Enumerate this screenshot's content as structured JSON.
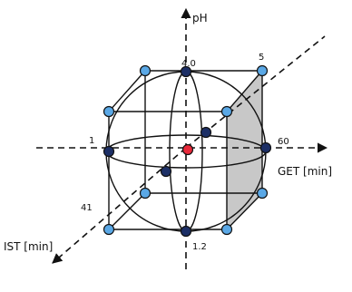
{
  "axes": {
    "y_label": "pH",
    "x_label": "GET [min]",
    "z_label": "IST [min]"
  },
  "values": {
    "y_top": "4.0",
    "y_bottom": "1.2",
    "x_left": "1",
    "x_right": "60",
    "z_back": "5",
    "z_front": "41"
  },
  "colors": {
    "corner_point": "#5aa8e6",
    "axial_point": "#1c2f66",
    "center_point": "#e8293a",
    "shaded_face": "#c8c8c8",
    "line": "#111111"
  }
}
